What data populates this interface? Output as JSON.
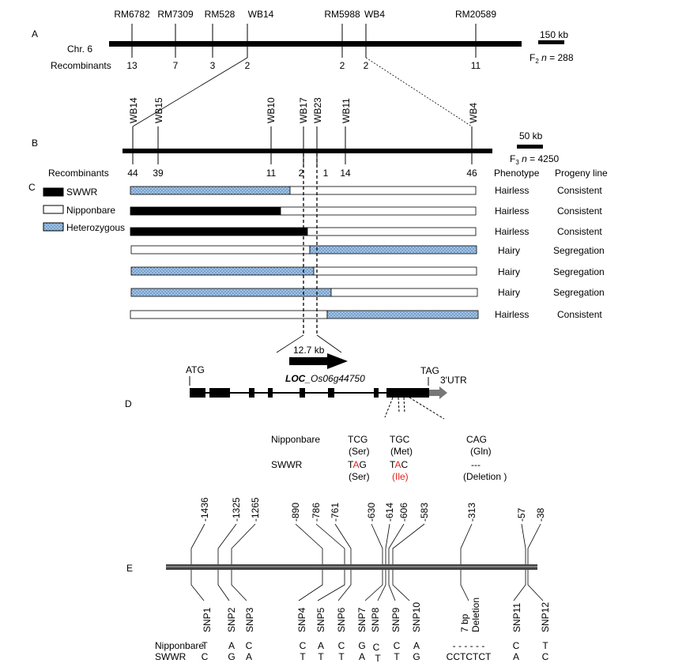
{
  "panel_labels": {
    "a": "A",
    "b": "B",
    "c": "C",
    "d": "D",
    "e": "E"
  },
  "panel_a": {
    "chromosome": "Chr. 6",
    "markers": [
      "RM6782",
      "RM7309",
      "RM528",
      "WB14",
      "RM5988",
      "WB4",
      "RM20589"
    ],
    "recombinants_label": "Recombinants",
    "recombinants": [
      "13",
      "7",
      "3",
      "2",
      "2",
      "2",
      "11"
    ],
    "scale": "150 kb",
    "population": "F",
    "population_sub": "2",
    "population_n": "n",
    "population_count": " = 288"
  },
  "panel_b": {
    "markers": [
      "WB14",
      "WB15",
      "WB10",
      "WB17",
      "WB23",
      "WB11",
      "WB4"
    ],
    "scale": "50 kb",
    "population": "F",
    "population_sub": "3",
    "population_n": "n",
    "population_count": " = 4250",
    "recombinants_label": "Recombinants",
    "recombinants": [
      "44",
      "39",
      "11",
      "2",
      "1",
      "14",
      "46"
    ]
  },
  "panel_c": {
    "header_phenotype": "Phenotype",
    "header_progeny": "Progeny line",
    "legend": [
      "SWWR",
      "Nipponbare",
      "Heterozygous"
    ],
    "rows": [
      {
        "phenotype": "Hairless",
        "progeny": "Consistent"
      },
      {
        "phenotype": "Hairless",
        "progeny": "Consistent"
      },
      {
        "phenotype": "Hairless",
        "progeny": "Consistent"
      },
      {
        "phenotype": "Hairy",
        "progeny": "Segregation"
      },
      {
        "phenotype": "Hairy",
        "progeny": "Segregation"
      },
      {
        "phenotype": "Hairy",
        "progeny": "Segregation"
      },
      {
        "phenotype": "Hairless",
        "progeny": "Consistent"
      }
    ]
  },
  "panel_d": {
    "interval": "12.7 kb",
    "gene_prefix": "LOC",
    "gene_suffix": "_Os06g44750",
    "start_codon": "ATG",
    "stop_codon": "TAG",
    "utr": "3'UTR",
    "nip_label": "Nipponbare",
    "swwr_label": "SWWR",
    "nip_codons": [
      "TCG",
      "TGC",
      "CAG"
    ],
    "nip_aa": [
      "(Ser)",
      "(Met)",
      "(Gln)"
    ],
    "swwr_codon1": [
      "T",
      "A",
      "G"
    ],
    "swwr_codon2": [
      "T",
      "A",
      "C"
    ],
    "swwr_codon3": "---",
    "swwr_aa": [
      "(Ser)",
      "(Ile)",
      "(Deletion )"
    ],
    "mutation_color": "#e0231b"
  },
  "panel_e": {
    "positions": [
      "-1436",
      "-1325",
      "-1265",
      "-890",
      "-786",
      "-761",
      "-630",
      "-614",
      "-606",
      "-583",
      "-313",
      "-57",
      "-38"
    ],
    "snps": [
      "SNP1",
      "SNP2",
      "SNP3",
      "SNP4",
      "SNP5",
      "SNP6",
      "SNP7",
      "SNP8",
      "SNP9",
      "SNP10",
      "7 bp",
      "Deletion",
      "SNP11",
      "SNP12"
    ],
    "nip_label": "Nipponbare",
    "swwr_label": "SWWR",
    "nip_alleles": [
      "T",
      "A",
      "C",
      "C",
      "A",
      "C",
      "G",
      "C",
      "C",
      "A",
      "- - - - - -",
      "C",
      "T"
    ],
    "swwr_alleles": [
      "C",
      "G",
      "A",
      "T",
      "T",
      "T",
      "A",
      "T",
      "T",
      "G",
      "CCTCTCT",
      "A",
      "C"
    ]
  },
  "colors": {
    "hetero_fill": "#9fc3e6",
    "hetero_dot": "#4f79a8",
    "black": "#000000"
  }
}
